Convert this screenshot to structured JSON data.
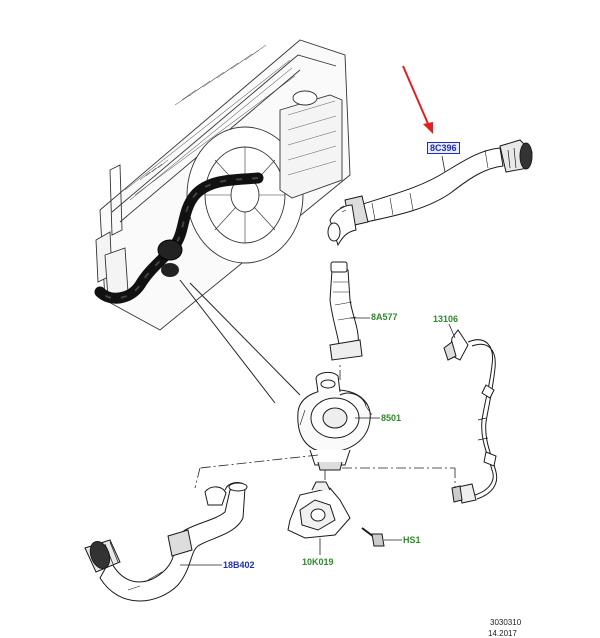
{
  "parts": [
    {
      "id": "part-8c396",
      "label": "8C396",
      "color": "#1f2fb5",
      "boxed": true
    },
    {
      "id": "part-8a577",
      "label": "8A577",
      "color": "#2f8a2a",
      "boxed": false
    },
    {
      "id": "part-13106",
      "label": "13106",
      "color": "#2f8a2a",
      "boxed": false
    },
    {
      "id": "part-8501",
      "label": "8501",
      "color": "#2f8a2a",
      "boxed": false
    },
    {
      "id": "part-hs1",
      "label": "HS1",
      "color": "#2f8a2a",
      "boxed": false
    },
    {
      "id": "part-10k019",
      "label": "10K019",
      "color": "#2f8a2a",
      "boxed": false
    },
    {
      "id": "part-18b402",
      "label": "18B402",
      "color": "#1f2fb5",
      "boxed": false
    }
  ],
  "footer": {
    "ref_number": "3030310",
    "date": "14.2017"
  },
  "colors": {
    "line": "#1a1a1a",
    "hose": "#111111",
    "highlight_arrow": "#e02020",
    "label_green": "#2f8a2a",
    "label_blue": "#1f2fb5"
  }
}
